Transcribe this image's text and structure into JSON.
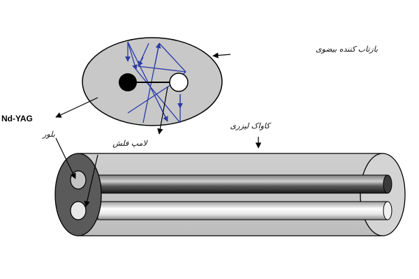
{
  "labels": {
    "ellipse_reflector": "بازتاب کننده بیضوی",
    "laser_cavity": "کاواک لیزری",
    "flash_lamp": "لامپ فلش",
    "crystal": "بلور",
    "nd_yag": "Nd-YAG"
  },
  "colors": {
    "ray": "#2a3aa8",
    "ellipse_fill": "#c8c8c8",
    "outline": "#000000",
    "rod_dark": "#2e2e2e",
    "rod_light": "#f5f5f5"
  }
}
